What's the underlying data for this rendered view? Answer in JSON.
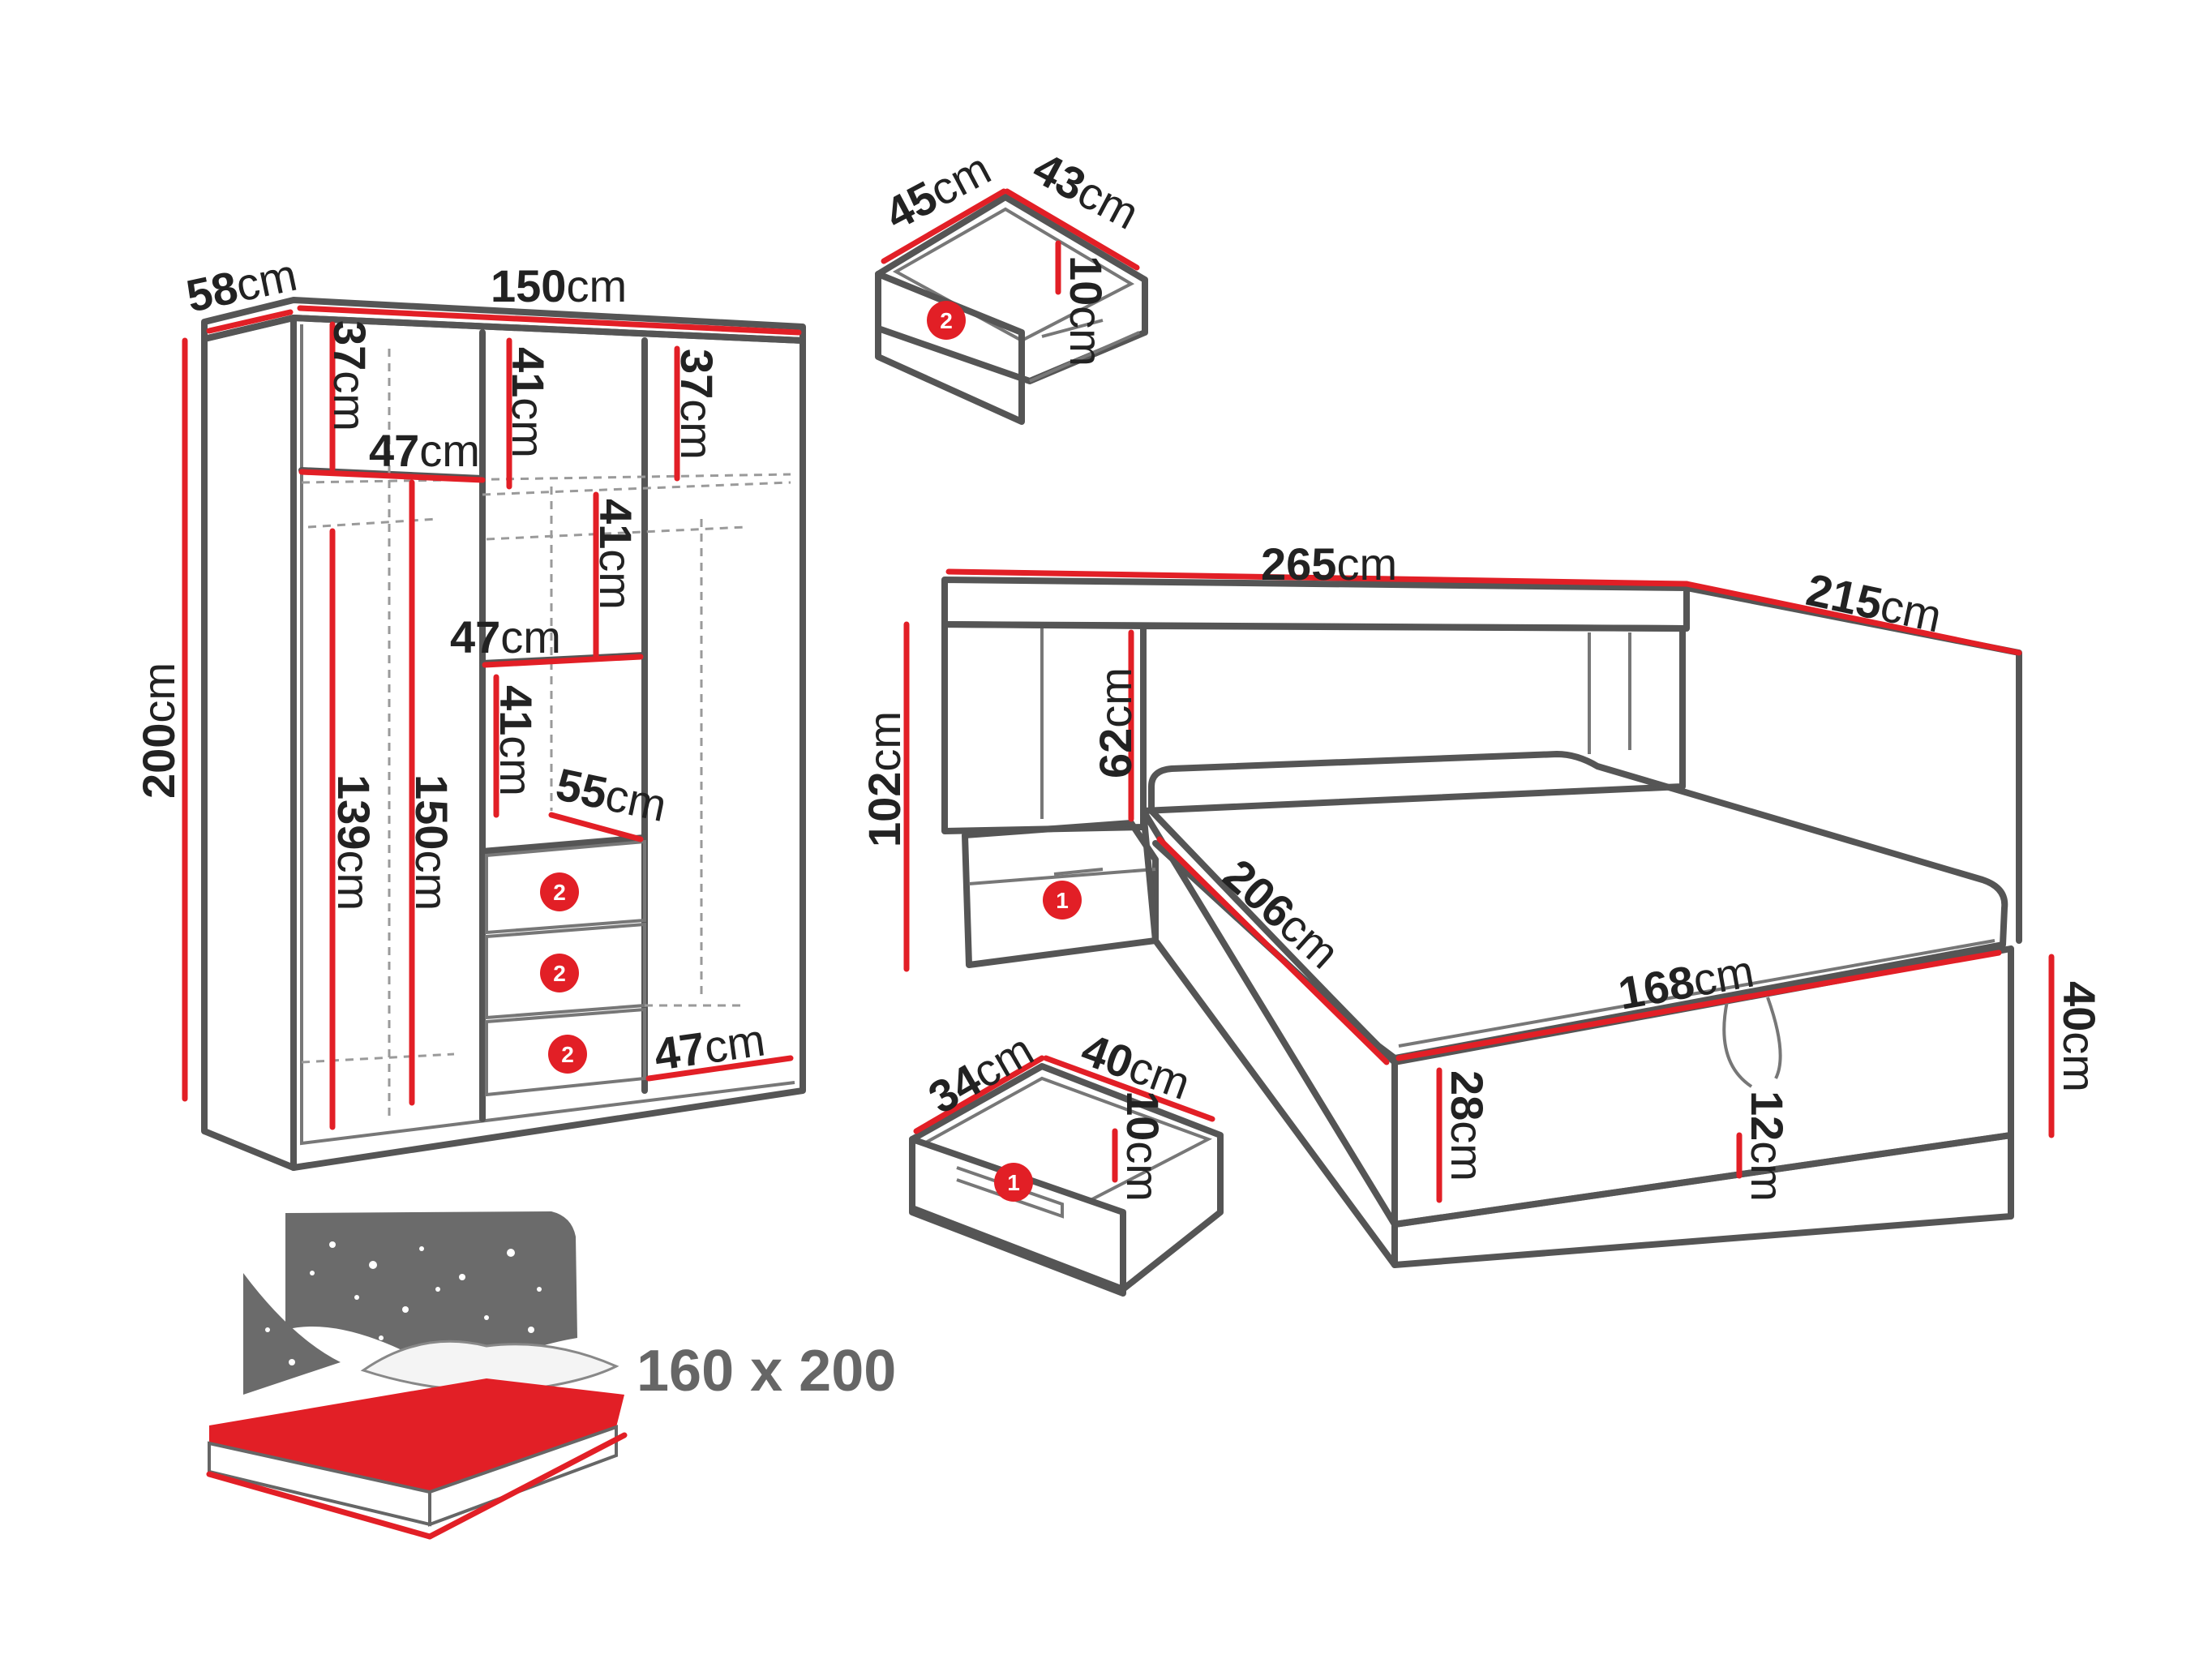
{
  "wardrobe": {
    "width": "150",
    "depth": "58",
    "height": "200",
    "top_left": "37",
    "top_mid": "41",
    "top_right": "37",
    "shelf_left": "47",
    "shelf_mid_top": "41",
    "shelf_mid": "47",
    "mid_compartment": "41",
    "depth_inner": "55",
    "hang_left": "139",
    "hang_mid": "150",
    "bottom_right": "47",
    "drawer_badges": [
      "2",
      "2",
      "2"
    ]
  },
  "nightstand_drawer": {
    "width": "45",
    "depth": "43",
    "height": "10",
    "badge": "2"
  },
  "bed": {
    "width": "265",
    "side": "215",
    "headboard_height": "102",
    "niche_height": "62",
    "length": "206",
    "inner_width": "168",
    "height": "40",
    "frame_height": "28",
    "plinth_height": "12",
    "shelf_badge": "1"
  },
  "small_drawer": {
    "width": "34",
    "depth": "40",
    "height": "10",
    "badge": "1"
  },
  "mattress": {
    "size": "160 x 200"
  },
  "unit": "cm"
}
